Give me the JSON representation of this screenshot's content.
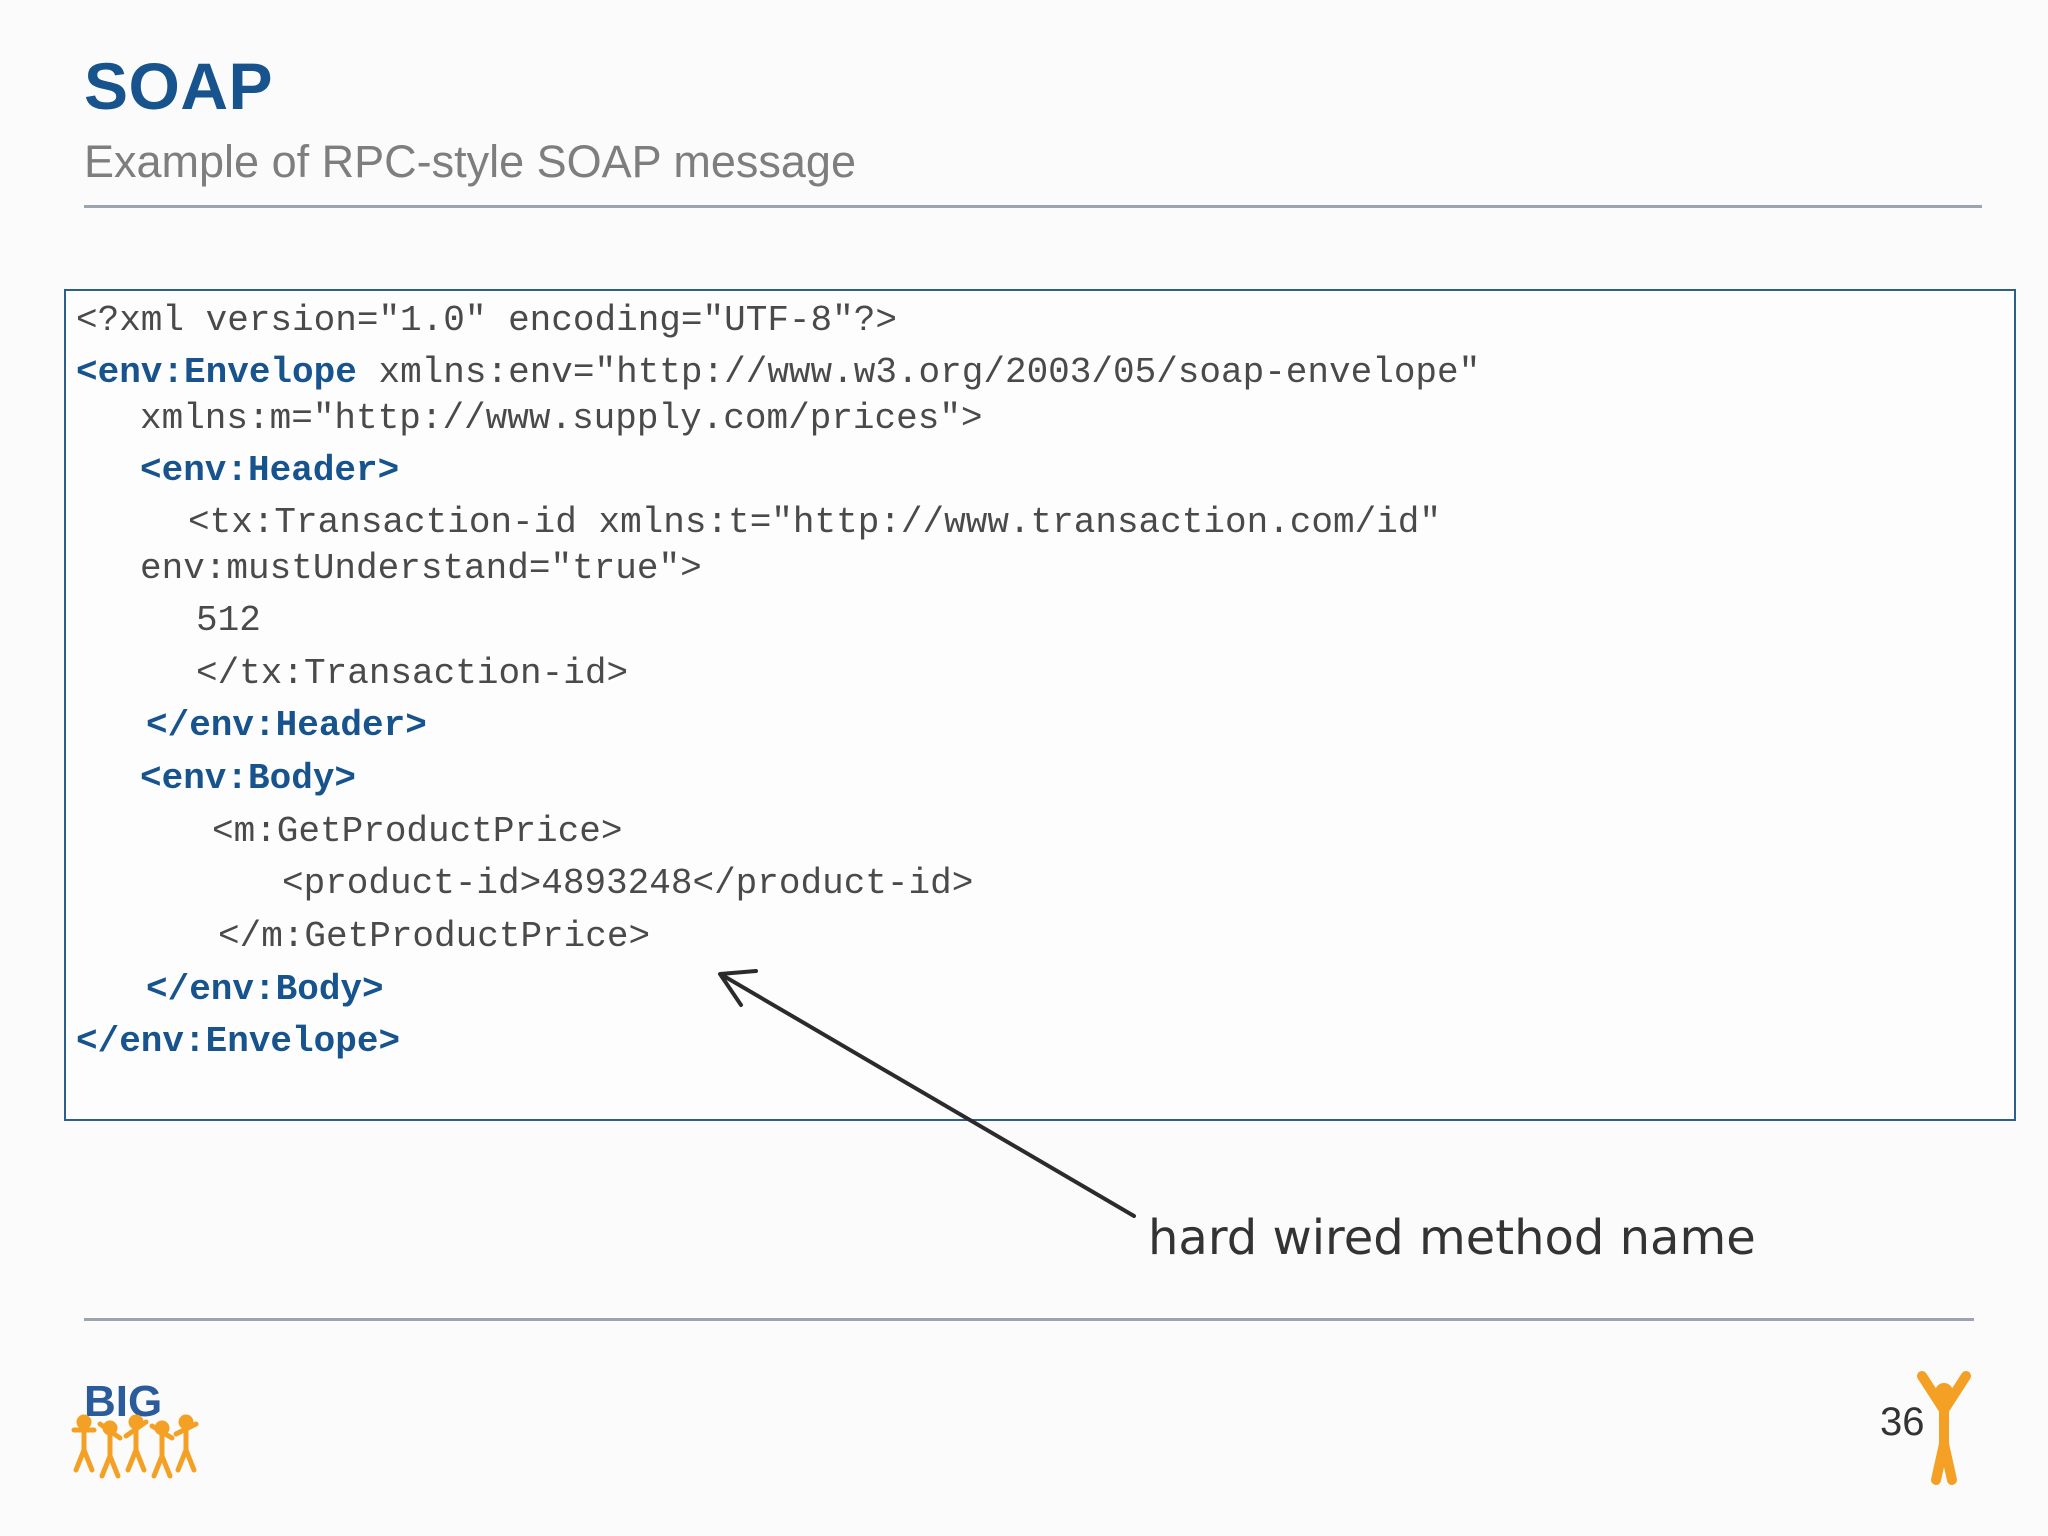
{
  "slide": {
    "title": "SOAP",
    "subtitle": "Example of RPC-style SOAP message",
    "page_number": "36",
    "annotation": "hard wired method name",
    "logo_text": "BIG"
  },
  "code": {
    "line1": "<?xml version=\"1.0\" encoding=\"UTF-8\"?>",
    "line2_tag": "<env:Envelope",
    "line2_rest": " xmlns:env=\"http://www.w3.org/2003/05/soap-envelope\"",
    "line3": "xmlns:m=\"http://www.supply.com/prices\">",
    "line4_tag": "<env:Header>",
    "line5": "<tx:Transaction-id xmlns:t=\"http://www.transaction.com/id\"",
    "line6": "env:mustUnderstand=\"true\">",
    "line7": "512",
    "line8": "</tx:Transaction-id>",
    "line9_tag": "</env:Header>",
    "line10_tag": "<env:Body>",
    "line11": "<m:GetProductPrice>",
    "line12": "<product-id>4893248</product-id>",
    "line13": "</m:GetProductPrice>",
    "line14_tag": "</env:Body>",
    "line15_tag": "</env:Envelope>"
  },
  "colors": {
    "title": "#17538d",
    "tag": "#17538d",
    "text": "#4a4a4a",
    "logo_blue": "#2a5b9b",
    "logo_orange": "#f4a024"
  }
}
